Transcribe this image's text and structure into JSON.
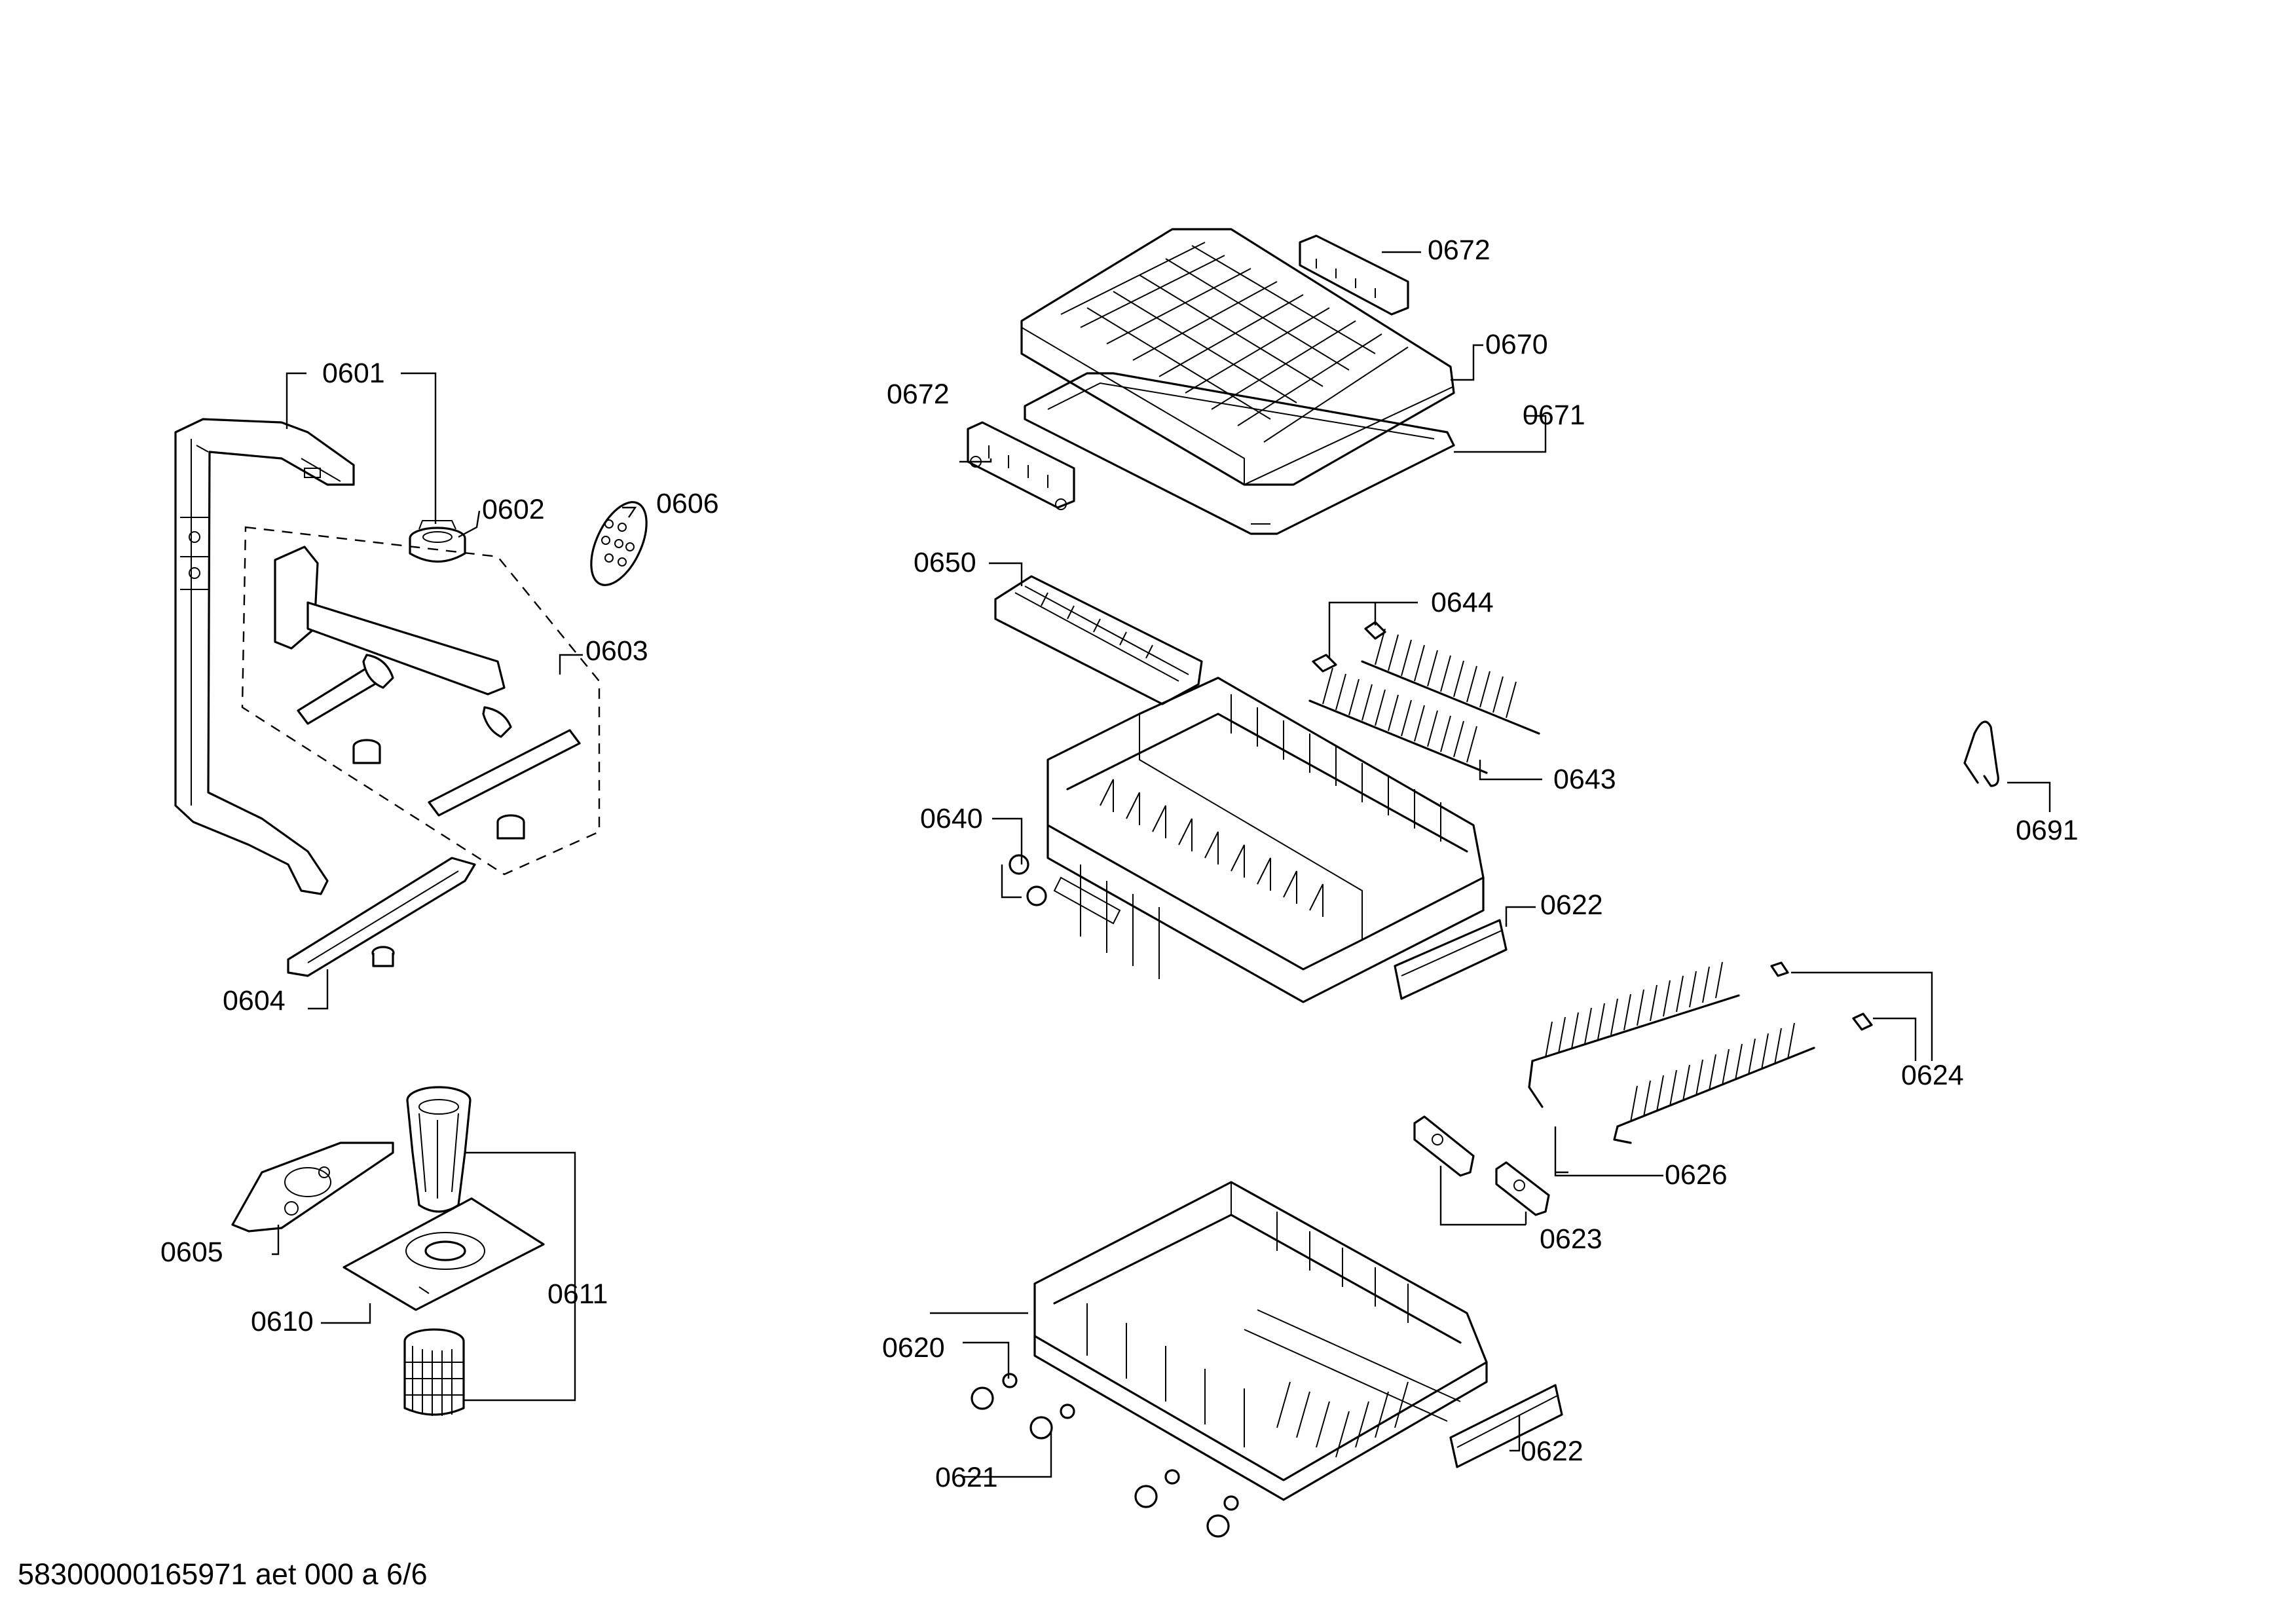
{
  "diagram": {
    "labels": {
      "l0601": "0601",
      "l0602": "0602",
      "l0603": "0603",
      "l0604": "0604",
      "l0605": "0605",
      "l0606": "0606",
      "l0610": "0610",
      "l0611": "0611",
      "l0620": "0620",
      "l0621": "0621",
      "l0622a": "0622",
      "l0622b": "0622",
      "l0623": "0623",
      "l0624": "0624",
      "l0626": "0626",
      "l0640": "0640",
      "l0643": "0643",
      "l0644": "0644",
      "l0650": "0650",
      "l0670": "0670",
      "l0671": "0671",
      "l0672a": "0672",
      "l0672b": "0672",
      "l0691": "0691"
    }
  },
  "footer": {
    "text": "58300000165971 aet 000 a 6/6"
  }
}
